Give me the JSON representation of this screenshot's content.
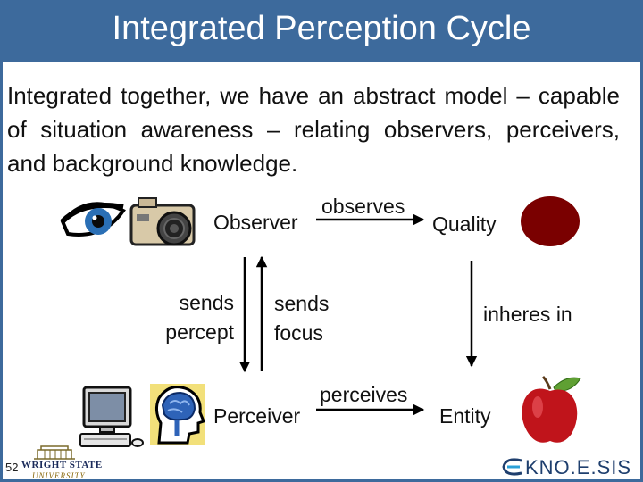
{
  "slide": {
    "title": "Integrated Perception Cycle",
    "body": "Integrated together, we have an abstract model – capable of situation awareness – relating observers, perceivers, and background knowledge.",
    "number": "52"
  },
  "diagram": {
    "nodes": {
      "observer": "Observer",
      "quality": "Quality",
      "perceiver": "Perceiver",
      "entity": "Entity"
    },
    "edges": {
      "observes": "observes",
      "perceives": "perceives",
      "sends_percept": [
        "sends",
        "percept"
      ],
      "sends_focus": [
        "sends",
        "focus"
      ],
      "inheres_in": "inheres in"
    }
  },
  "logos": {
    "university": {
      "line1": "WRIGHT STATE",
      "line2": "UNIVERSITY"
    },
    "lab": "KNO.E.SIS"
  },
  "colors": {
    "title_bar": "#3d6a9c",
    "quality_blob": "#7a0000",
    "apple": "#c0141b"
  },
  "icons": [
    "eye-icon",
    "camera-icon",
    "computer-icon",
    "brain-head-icon",
    "red-circle-icon",
    "apple-icon",
    "university-building-icon",
    "knoesis-logo-icon"
  ]
}
